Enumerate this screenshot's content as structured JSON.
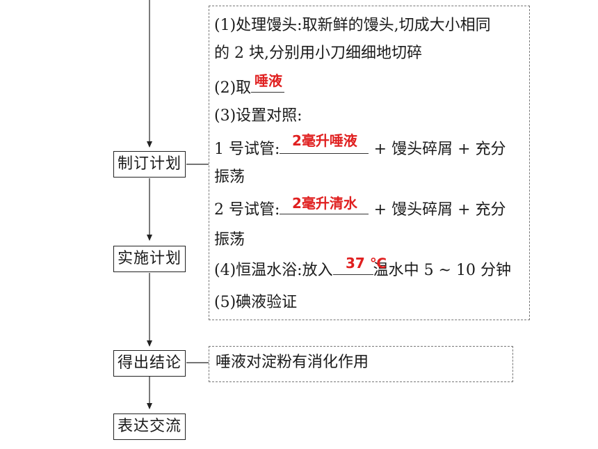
{
  "flow_steps": [
    {
      "label": "制订计划"
    },
    {
      "label": "实施计划"
    },
    {
      "label": "得出结论"
    },
    {
      "label": "表达交流"
    }
  ],
  "plan_box": {
    "step1_line1": "(1)处理馒头:取新鲜的馒头,切成大小相同",
    "step1_line2": "的 2 块,分别用小刀细细地切碎",
    "step2_prefix": "(2)取",
    "step3_title": "(3)设置对照:",
    "tube1_prefix": "1 号试管:",
    "tube1_suffix": "+ 馒头碎屑 + 充分",
    "tube1_cont": "振荡",
    "tube2_prefix": "2 号试管:",
    "tube2_suffix": "+ 馒头碎屑 + 充分",
    "tube2_cont": "振荡",
    "step4_prefix": "(4)恒温水浴:放入",
    "step4_suffix": "温水中 5 ~ 10 分钟",
    "step5": "(5)碘液验证"
  },
  "answers": {
    "saliva": "唾液",
    "tube1": "2毫升唾液",
    "tube2": "2毫升清水",
    "temperature": "37 ℃"
  },
  "conclusion_text": "唾液对淀粉有消化作用",
  "colors": {
    "answer": "#e02020",
    "border": "#222222",
    "dashed_border": "#777777"
  }
}
